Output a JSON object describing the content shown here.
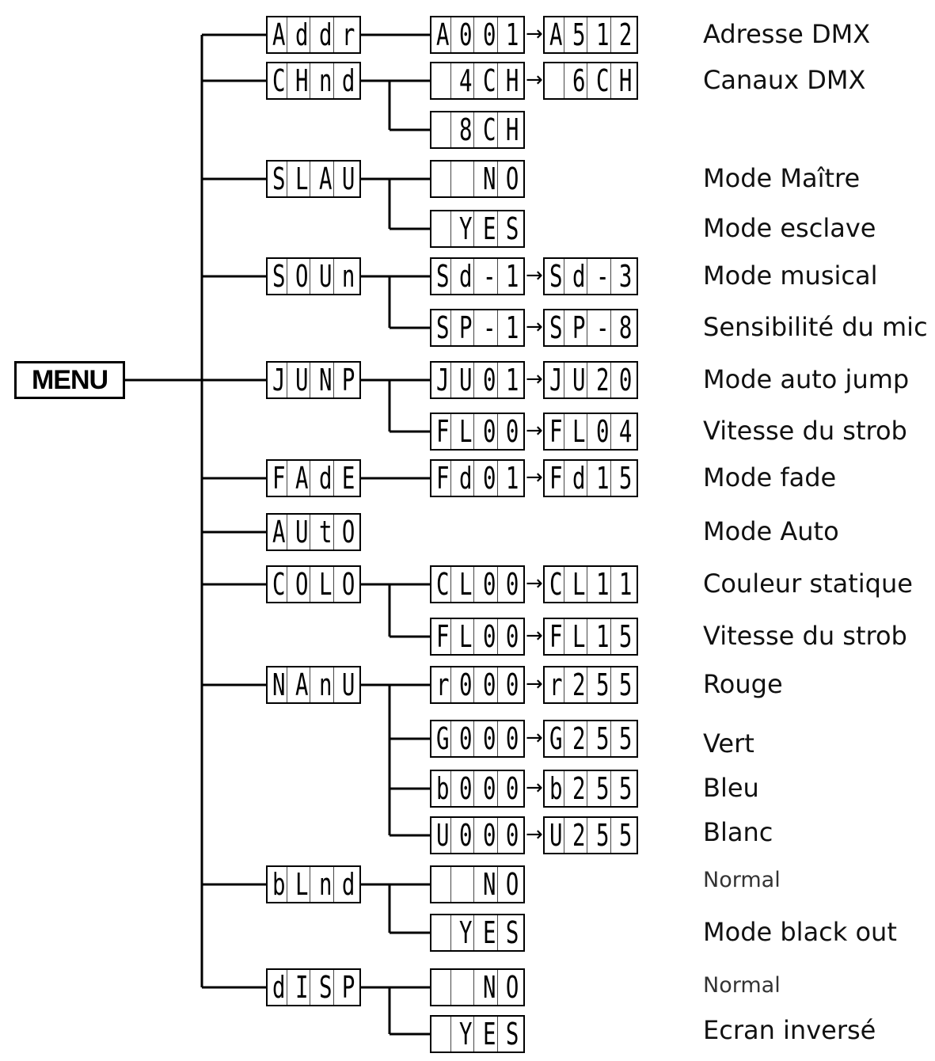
{
  "menu_label": "MENU",
  "items": [
    {
      "code": "Addr",
      "children": [
        {
          "from": "A001",
          "to": "A512"
        }
      ],
      "labels": [
        "Adresse DMX"
      ]
    },
    {
      "code": "CHnd",
      "children": [
        {
          "from": "4CH",
          "to": "6CH"
        },
        {
          "from": "8CH"
        }
      ],
      "labels": [
        "Canaux DMX"
      ]
    },
    {
      "code": "SLAU",
      "children": [
        {
          "from": "NO"
        },
        {
          "from": "YES"
        }
      ],
      "labels": [
        "Mode Maître",
        "Mode esclave"
      ]
    },
    {
      "code": "SOUn",
      "children": [
        {
          "from": "Sd-1",
          "to": "Sd-3"
        },
        {
          "from": "SP-1",
          "to": "SP-8"
        }
      ],
      "labels": [
        "Mode musical",
        "Sensibilité du mic"
      ]
    },
    {
      "code": "JUNP",
      "children": [
        {
          "from": "JU01",
          "to": "JU20"
        },
        {
          "from": "FL00",
          "to": "FL04"
        }
      ],
      "labels": [
        "Mode auto jump",
        "Vitesse du strob"
      ]
    },
    {
      "code": "FAdE",
      "children": [
        {
          "from": "Fd01",
          "to": "Fd15"
        }
      ],
      "labels": [
        "Mode fade"
      ]
    },
    {
      "code": "AUtO",
      "children": [],
      "labels": [
        "Mode Auto"
      ]
    },
    {
      "code": "COLO",
      "children": [
        {
          "from": "CL00",
          "to": "CL11"
        },
        {
          "from": "FL00",
          "to": "FL15"
        }
      ],
      "labels": [
        "Couleur statique",
        "Vitesse du strob"
      ]
    },
    {
      "code": "NAnU",
      "children": [
        {
          "from": "r000",
          "to": "r255"
        },
        {
          "from": "G000",
          "to": "G255"
        },
        {
          "from": "b000",
          "to": "b255"
        },
        {
          "from": "U000",
          "to": "U255"
        }
      ],
      "labels": [
        "Rouge",
        "Vert",
        "Bleu",
        "Blanc"
      ]
    },
    {
      "code": "bLnd",
      "children": [
        {
          "from": "NO"
        },
        {
          "from": "YES"
        }
      ],
      "labels": [
        "Normal",
        "Mode black out"
      ]
    },
    {
      "code": "dISP",
      "children": [
        {
          "from": "NO"
        },
        {
          "from": "YES"
        }
      ],
      "labels": [
        "Normal",
        "Ecran inversé"
      ]
    }
  ]
}
